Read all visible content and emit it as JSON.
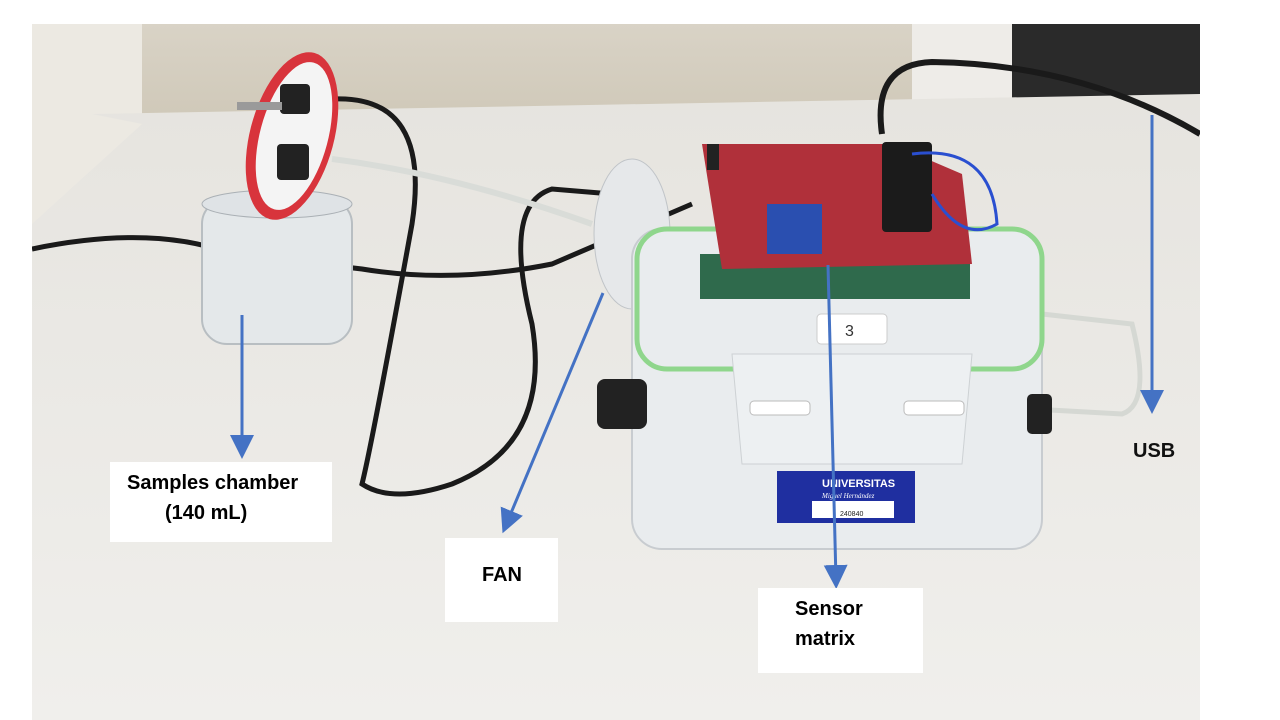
{
  "labels": {
    "samples_chamber": {
      "line1": "Samples chamber",
      "line2": "(140 mL)"
    },
    "fan": "FAN",
    "sensor_matrix": {
      "line1": "Sensor",
      "line2": "matrix"
    },
    "usb": "USB"
  },
  "box_sticker": "3",
  "university_label": {
    "name": "UNIVERSITAS",
    "subtitle": "Miguel Hernández",
    "barcode": "240840"
  },
  "colors": {
    "arrow": "#4472C4",
    "pcb": "#B0303A",
    "lid": "#D8343C",
    "label_bg": "#1F2FA0"
  }
}
